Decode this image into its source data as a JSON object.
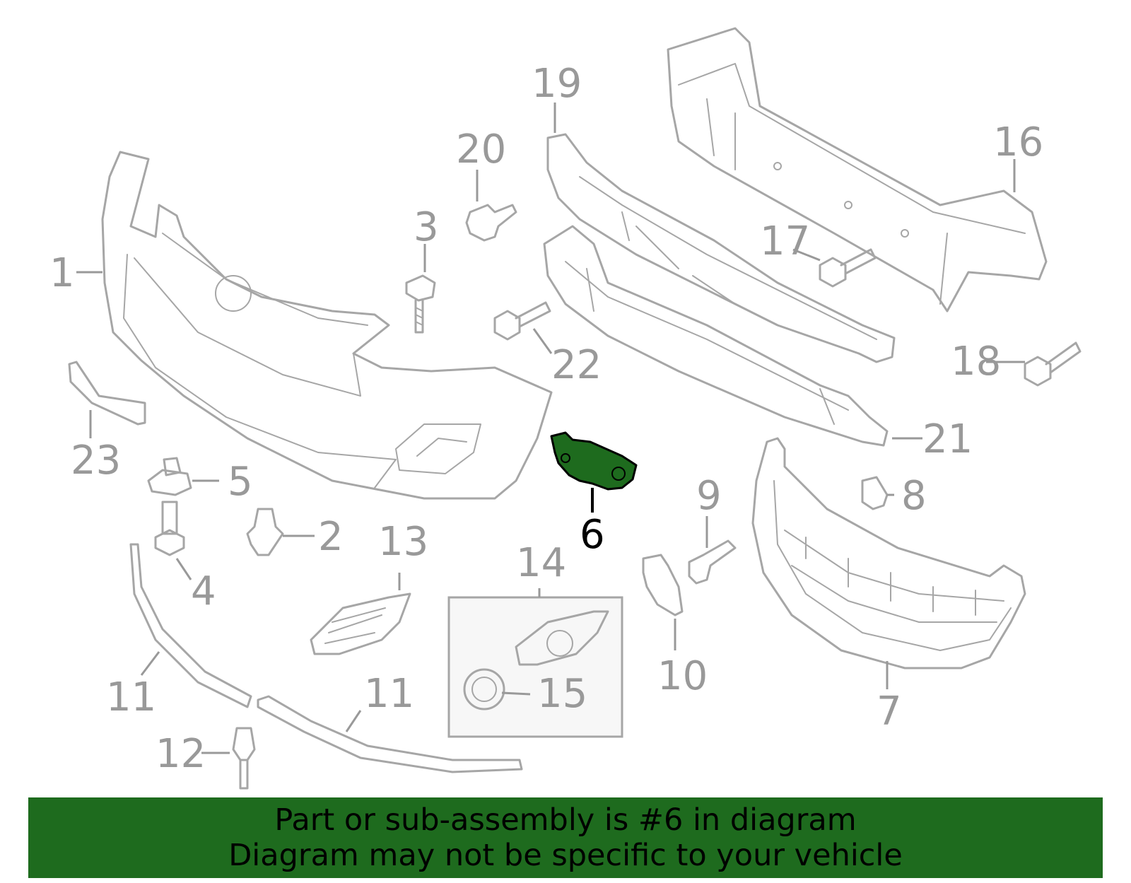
{
  "callouts": {
    "c1": "1",
    "c2": "2",
    "c3": "3",
    "c4": "4",
    "c5": "5",
    "c6": "6",
    "c7": "7",
    "c8": "8",
    "c9": "9",
    "c10": "10",
    "c11a": "11",
    "c11b": "11",
    "c12": "12",
    "c13": "13",
    "c14": "14",
    "c15": "15",
    "c16": "16",
    "c17": "17",
    "c18": "18",
    "c19": "19",
    "c20": "20",
    "c21": "21",
    "c22": "22",
    "c23": "23"
  },
  "highlight": {
    "part_number": "6",
    "color": "#1e6b1e"
  },
  "colors": {
    "line": "#a6a6a6",
    "callout": "#999999",
    "banner_bg": "#1e6b1e",
    "banner_text": "#000000"
  },
  "banner": {
    "line1": "Part or sub-assembly is #6 in diagram",
    "line2": "Diagram may not be specific to your vehicle"
  }
}
